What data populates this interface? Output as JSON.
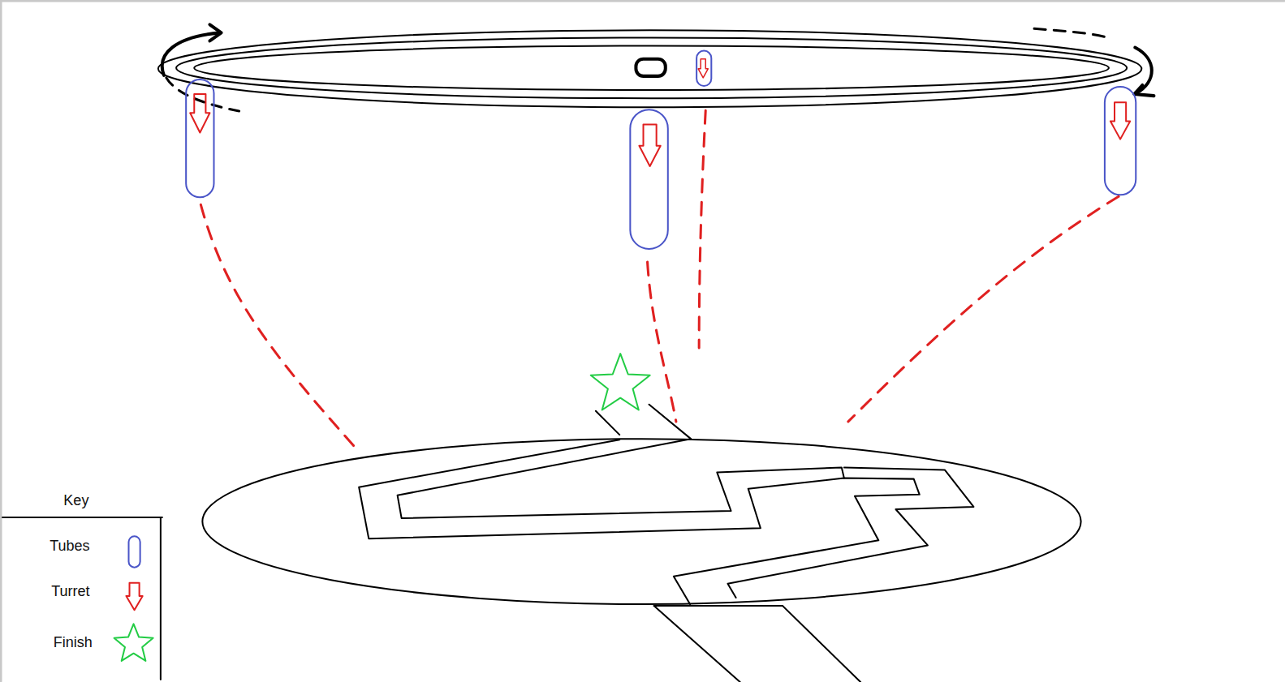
{
  "diagram": {
    "labels": [
      "Key"
    ],
    "legend": [
      {
        "text": "Tubes"
      },
      {
        "text": "Turret"
      },
      {
        "text": "Finish"
      }
    ]
  }
}
